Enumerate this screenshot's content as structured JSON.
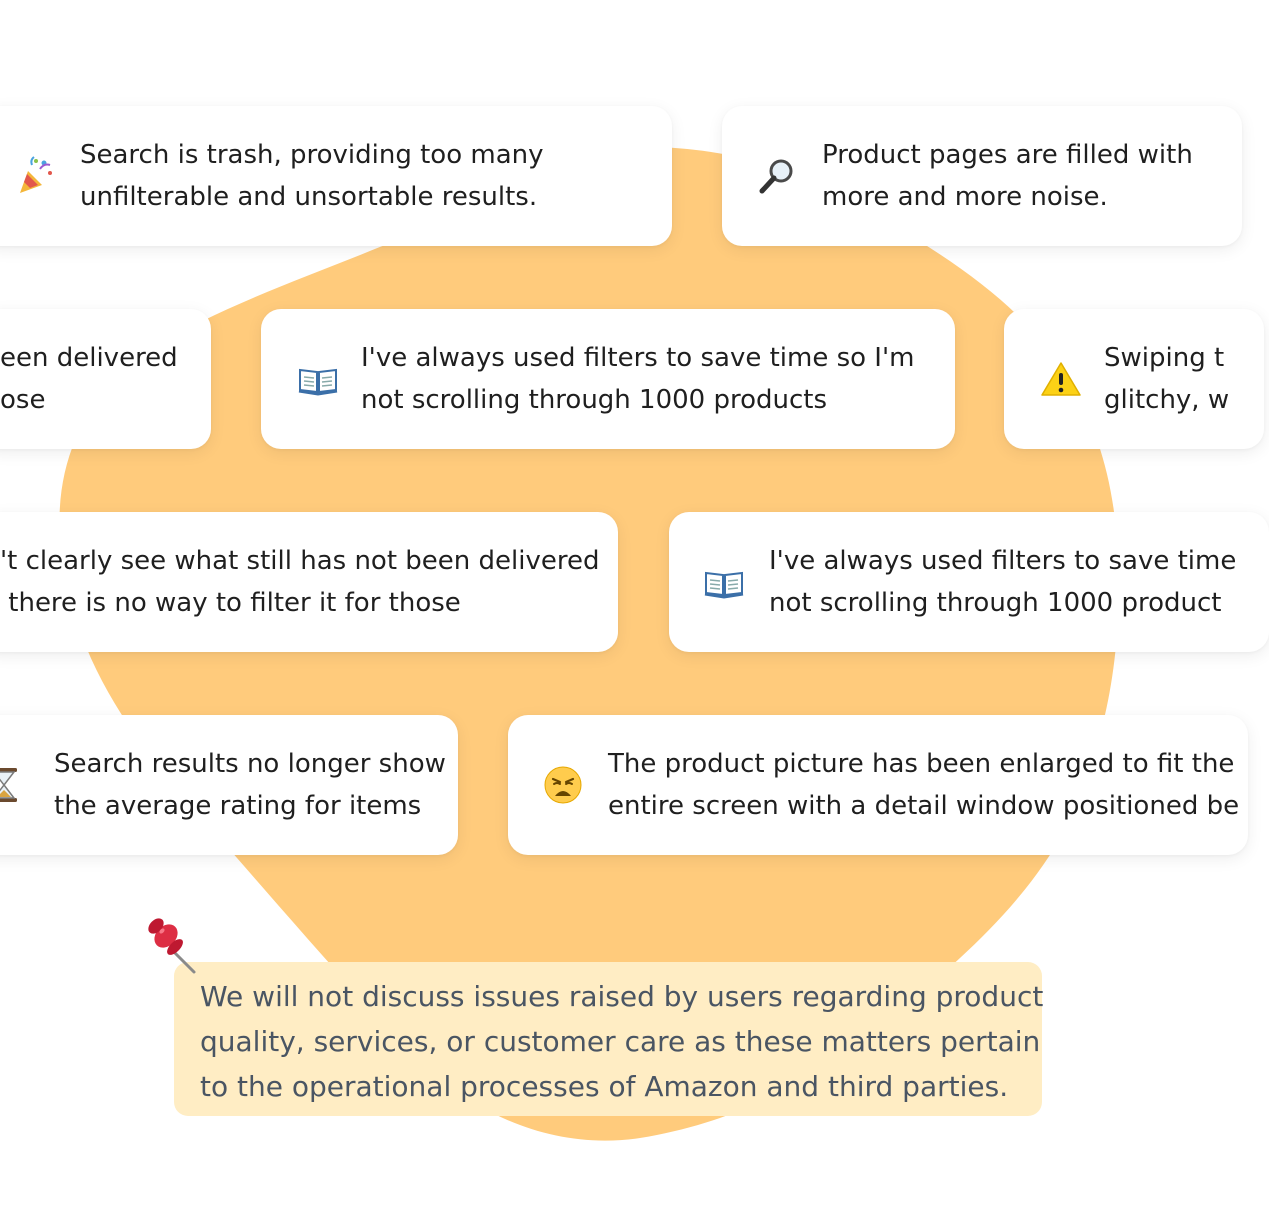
{
  "colors": {
    "blob": "#ffcb7c",
    "card_background": "#ffffff",
    "note_background": "#ffedc4",
    "note_text": "#4a5563",
    "card_text": "#1f1f1f"
  },
  "cards": [
    {
      "icon": "party-popper-icon",
      "lines": [
        "Search is trash, providing too many",
        "unfilterable and unsortable results."
      ]
    },
    {
      "icon": "magnifying-glass-icon",
      "lines": [
        "Product pages are filled with",
        "more and more noise."
      ]
    },
    {
      "icon": "",
      "lines": [
        "een delivered",
        "ose"
      ]
    },
    {
      "icon": "open-book-icon",
      "lines": [
        "I've always used filters to save time so I'm",
        "not scrolling through 1000 products"
      ]
    },
    {
      "icon": "warning-icon",
      "lines": [
        "Swiping t",
        "glitchy, w"
      ]
    },
    {
      "icon": "",
      "lines": [
        "'t clearly see what still has not been delivered",
        " there is no way to filter it for those"
      ]
    },
    {
      "icon": "open-book-icon",
      "lines": [
        "I've always used filters to save time",
        "not scrolling through 1000 product"
      ]
    },
    {
      "icon": "hourglass-icon",
      "lines": [
        "Search results no longer show",
        "the average rating for items"
      ]
    },
    {
      "icon": "weary-face-icon",
      "lines": [
        "The product picture has been enlarged to fit the",
        "entire screen with a detail window positioned be"
      ]
    }
  ],
  "note": {
    "icon": "pushpin-icon",
    "lines": [
      "We will not discuss issues raised by users regarding product",
      "quality, services, or customer care as these matters pertain",
      "to the operational processes of Amazon and third parties."
    ]
  }
}
